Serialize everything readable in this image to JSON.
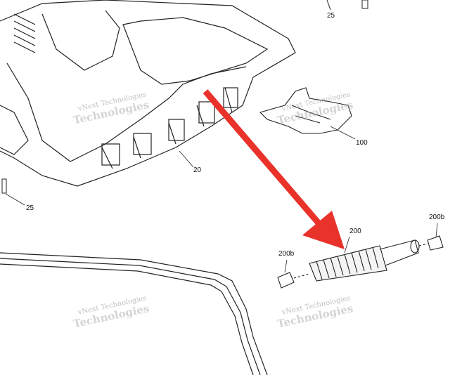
{
  "callouts": {
    "part_25_top": "25",
    "part_100": "100",
    "part_20": "20",
    "part_25_left": "25",
    "part_200": "200",
    "part_200b_right": "200b",
    "part_200b_left": "200b"
  },
  "watermark": {
    "line1": "vNext Technologies",
    "line2": "Technologies"
  },
  "colors": {
    "arrow": "#e8322a",
    "line": "#222222"
  }
}
